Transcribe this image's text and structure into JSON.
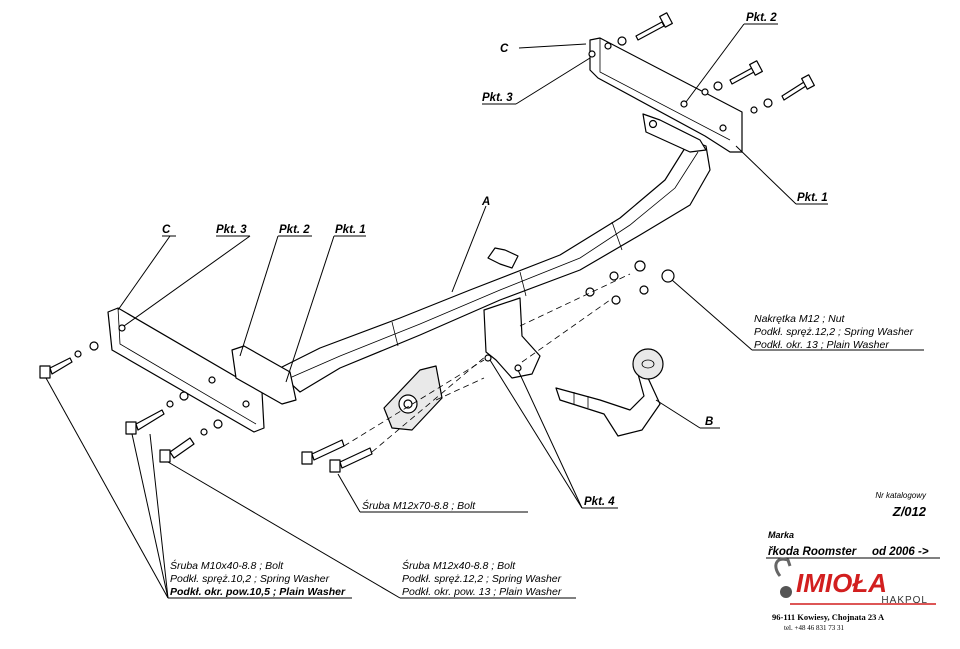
{
  "labels": {
    "A": "A",
    "B": "B",
    "C": "C",
    "pkt1": "Pkt. 1",
    "pkt2": "Pkt. 2",
    "pkt3": "Pkt. 3",
    "pkt4": "Pkt. 4"
  },
  "notes": {
    "nut": [
      "Nakrętka  M12 ; Nut",
      "Podkł. spręż.12,2 ; Spring Washer",
      "Podkł. okr. 13 ; Plain Washer"
    ],
    "bolt_m12x70": "Śruba M12x70-8.8 ;  Bolt",
    "bolt_m10x40": [
      "Śruba M10x40-8.8 ;  Bolt",
      "Podkł. spręż.10,2 ; Spring Washer",
      "Podkł. okr. pow.10,5 ; Plain Washer"
    ],
    "bolt_m12x40": [
      "Śruba M12x40-8.8 ;  Bolt",
      "Podkł. spręż.12,2 ; Spring Washer",
      "Podkł. okr. pow. 13 ; Plain Washer"
    ]
  },
  "catalog": {
    "label": "Nr katalogowy",
    "number": "Z/012"
  },
  "vehicle": {
    "make_label": "Marka",
    "model": "řkoda Roomster",
    "year": "od 2006 ->"
  },
  "brand": {
    "name": "IMIOŁA",
    "sub": "HAKPOL",
    "address": "96-111 Kowiesy, Chojnata 23 A",
    "phone": "tel. +48 46 831 73 31",
    "color": "#d21f1f"
  }
}
